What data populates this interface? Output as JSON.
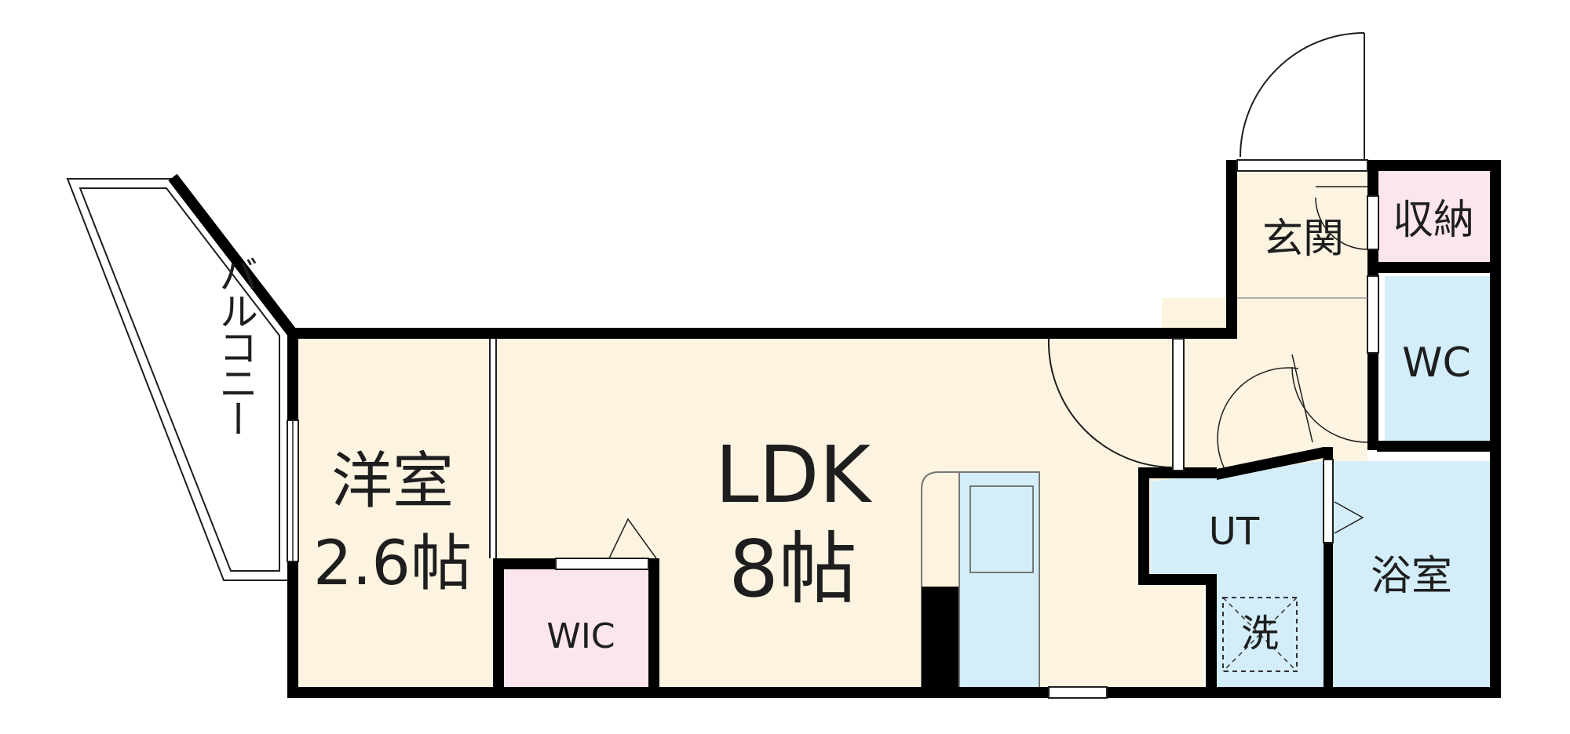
{
  "rooms": {
    "balcony": "バルコニー",
    "western_room": {
      "name": "洋室",
      "size": "2.6帖"
    },
    "ldk": {
      "name": "LDK",
      "size": "8帖"
    },
    "wic": "WIC",
    "entrance": "玄関",
    "storage": "収納",
    "wc": "WC",
    "ut": "UT",
    "washer": "洗",
    "bathroom": "浴室"
  },
  "colors": {
    "wall": "#000000",
    "living_floor": "#fcf4e1",
    "wet_area": "#d3eef9",
    "closet": "#fbe5ef",
    "background": "#ffffff"
  }
}
